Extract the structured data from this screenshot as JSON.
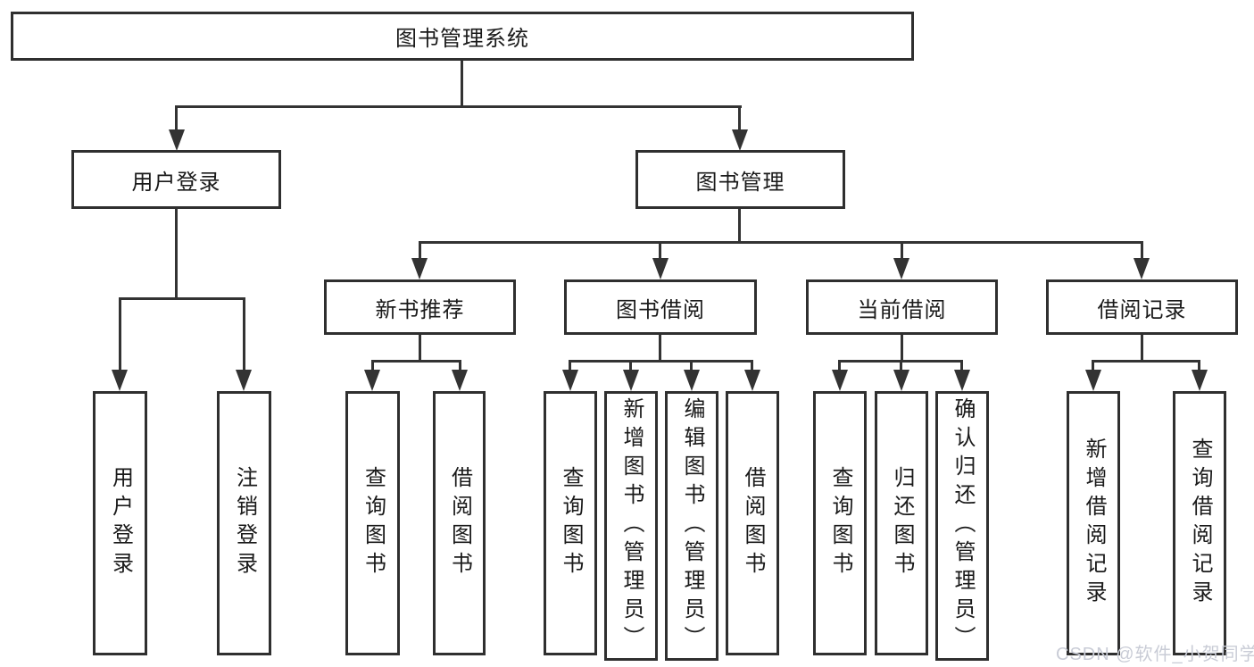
{
  "diagram": {
    "type": "hierarchy-tree",
    "root": {
      "label": "图书管理系统"
    },
    "branches": [
      {
        "label": "用户登录",
        "children": [
          {
            "label": "用户登录"
          },
          {
            "label": "注销登录"
          }
        ]
      },
      {
        "label": "图书管理",
        "children": [
          {
            "label": "新书推荐",
            "children": [
              {
                "label": "查询图书"
              },
              {
                "label": "借阅图书"
              }
            ]
          },
          {
            "label": "图书借阅",
            "children": [
              {
                "label": "查询图书"
              },
              {
                "label": "新增图书（管理员）"
              },
              {
                "label": "编辑图书（管理员）"
              },
              {
                "label": "借阅图书"
              }
            ]
          },
          {
            "label": "当前借阅",
            "children": [
              {
                "label": "查询图书"
              },
              {
                "label": "归还图书"
              },
              {
                "label": "确认归还（管理员）"
              }
            ]
          },
          {
            "label": "借阅记录",
            "children": [
              {
                "label": "新增借阅记录"
              },
              {
                "label": "查询借阅记录"
              }
            ]
          }
        ]
      }
    ]
  },
  "watermark": {
    "text": "CSDN @软件_小贺同学"
  },
  "colors": {
    "line": "#333333",
    "box-border": "#2f2f2f",
    "box-fill": "#ffffff",
    "text": "#1a1a1a",
    "watermark": "#c9ccd6"
  }
}
